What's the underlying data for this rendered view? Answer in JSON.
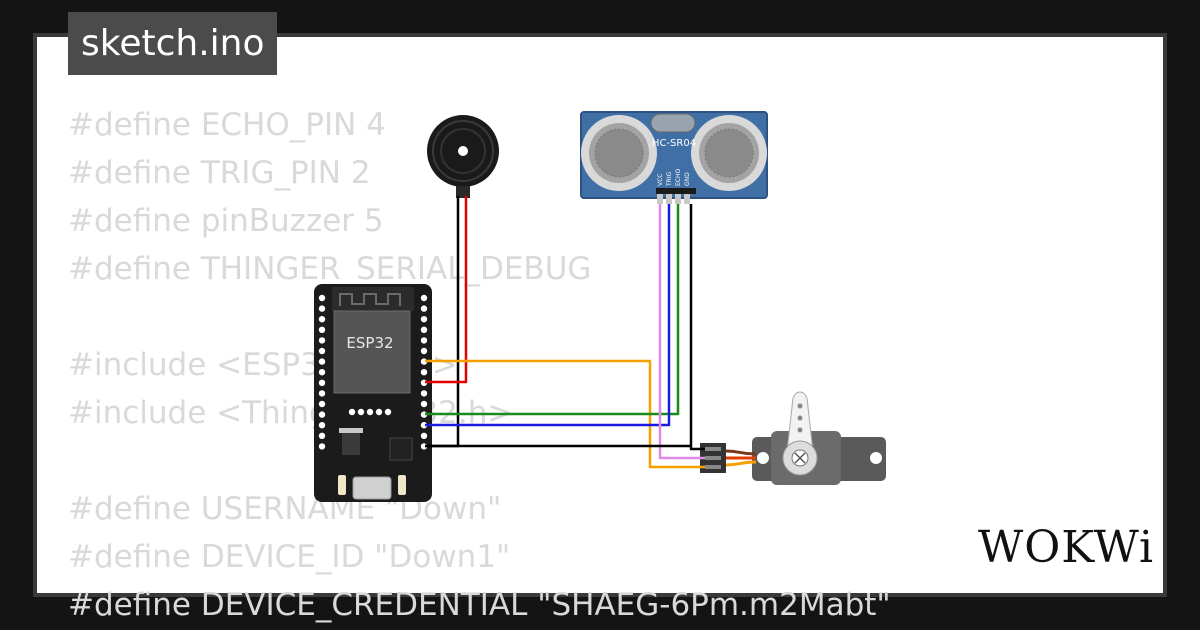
{
  "header": {
    "title": "sketch.ino"
  },
  "code": {
    "lines": [
      "#define ECHO_PIN 4",
      "#define TRIG_PIN 2",
      "#define pinBuzzer 5",
      "#define THINGER_SERIAL_DEBUG",
      "",
      "#include <ESP32WiFi.h>",
      "#include <ThingerESP32.h>",
      "",
      "#define USERNAME \"Down\"",
      "#define DEVICE_ID \"Down1\"",
      "#define DEVICE_CREDENTIAL \"SHAEG-6Pm.m2Mabt\""
    ]
  },
  "components": {
    "esp32_label": "ESP32",
    "sensor_label": "HC-SR04",
    "sensor_pins": [
      "VCC",
      "TRIG",
      "ECHO",
      "GND"
    ]
  },
  "brand": {
    "logo": "WOKWi"
  },
  "colors": {
    "background": "#141414",
    "card": "#ffffff",
    "tab": "#4b4b4b",
    "wire_black": "#000000",
    "wire_red": "#e00000",
    "wire_orange": "#f5a000",
    "wire_green": "#1a8a1a",
    "wire_blue": "#1a1ae0",
    "wire_violet": "#e08ae8",
    "sensor_board": "#3f6fa5"
  }
}
